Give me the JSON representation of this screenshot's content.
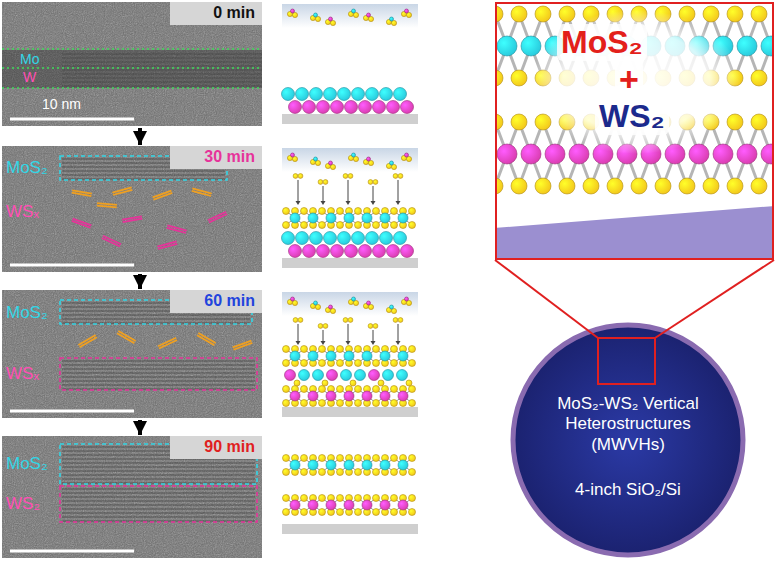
{
  "diagram": {
    "nodes": [
      {
        "text": [
          "Mo",
          "W",
          "10 nm"
        ]
      },
      {
        "text": [
          "0 min"
        ],
        "in": 0
      },
      {
        "text": [
          "MoS₂",
          "WSₓ"
        ]
      },
      {
        "text": [
          "30 min"
        ],
        "in": 2
      },
      {
        "text": [
          "MoS₂",
          "WSₓ"
        ]
      },
      {
        "text": [
          "60 min"
        ],
        "in": 4
      },
      {
        "text": [
          "MoS₂",
          "WS₂"
        ]
      },
      {
        "text": [
          "90 min"
        ],
        "in": 6
      },
      {
        "text": [
          "MoS₂",
          "+",
          "WS₂"
        ]
      },
      {
        "text": [
          "MoS₂-WS₂ Vertical Heterostructures (MWVHs)",
          "4-inch SiO₂/Si"
        ]
      }
    ],
    "edges": [
      {
        "from": 0,
        "to": 2,
        "arrow": "to"
      },
      {
        "from": 2,
        "to": 4,
        "arrow": "to"
      },
      {
        "from": 4,
        "to": 6,
        "arrow": "to"
      }
    ]
  }
}
